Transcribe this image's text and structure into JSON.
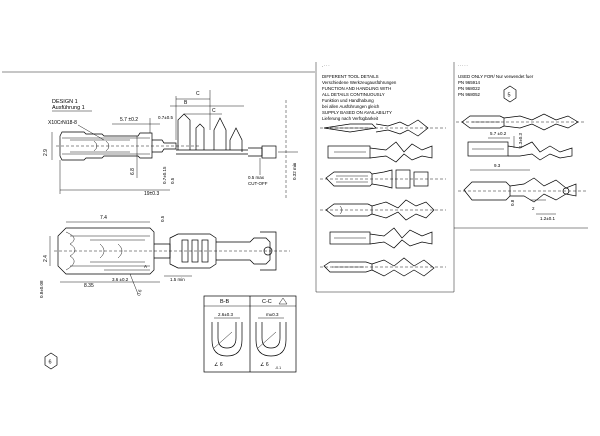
{
  "left": {
    "design_note": [
      "DESIGN 1",
      "Ausführung 1"
    ],
    "part_callout": "X10CrNi18-8",
    "dims": {
      "overall": "19±0.3",
      "d_5_7": "5.7 ±0.2",
      "d_0_7": "0.7±0.5",
      "d_2_9": "2.9",
      "d_6_8": "6.8",
      "d_0_7b": "0.7±0.15",
      "d_0_5": "0.5",
      "d_0_5_cut": [
        "0.5 max",
        "CUT-OFF"
      ],
      "d_0_32": "0.32 min",
      "d_7_4": "7.4",
      "d_3_6": "3.6 ±0.2",
      "d_1_5": "1.5 min",
      "d_8_35": "8.35",
      "d_2_4": "2.4",
      "d_0_8": "0.8±0.08",
      "d_0_6": "0.6",
      "d_c": "C",
      "d_b": "B",
      "sec_label": "A"
    },
    "sections": {
      "bb_title": "B-B",
      "cc_title": "C-C",
      "bb_dim": "2.6±0.3",
      "cc_dim": "m±0.3",
      "bb_angle": "∠ 6",
      "cc_angle": "∠ 6",
      "cc_tol": "-0.1"
    },
    "rev_badge": "6"
  },
  "middle": {
    "title_lines": [
      "DIFFERENT TOOL DETAILS",
      "Verschiedene Werkzeugausführungen",
      "FUNCTION AND HANDLING WITH",
      "ALL DETAILS CONTINUOUSLY",
      "Funktion und Handhabung",
      "bei allen Ausführungen gleich",
      "SUPPLY BASED ON AVAILABILITY",
      "Lieferung nach Verfügbarkeit"
    ],
    "header_small": "- ·  · ·"
  },
  "right": {
    "header_small": "· ·  · ·  ·",
    "title_lines": [
      "USED ONLY FOR/ Nur verwendet fuer",
      "PN 965914",
      "PN 968022",
      "PN 968052"
    ],
    "rev_badge": "5",
    "dims": {
      "d_5_7": "5.7 ±0.2",
      "d_9_3": "9.3",
      "d_1_3": "1.3±0.3",
      "d_2": "2",
      "d_1_2": "1.2±0.1",
      "d_0_8": "0.8"
    }
  }
}
